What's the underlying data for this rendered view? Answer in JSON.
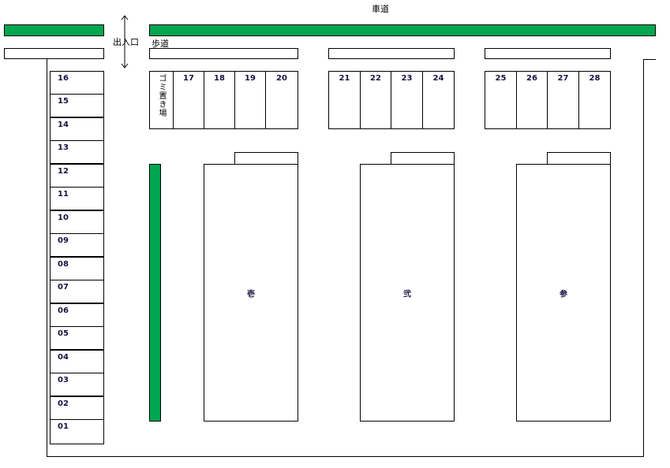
{
  "road_label": "車道",
  "entrance_label": "出入口",
  "sidewalk_label": "歩道",
  "garbage_label": "ゴミ置き場",
  "left_spaces": [
    "16",
    "15",
    "14",
    "13",
    "12",
    "11",
    "10",
    "09",
    "08",
    "07",
    "06",
    "05",
    "04",
    "03",
    "02",
    "01"
  ],
  "group1": [
    "17",
    "18",
    "19",
    "20"
  ],
  "group2": [
    "21",
    "22",
    "23",
    "24"
  ],
  "group3": [
    "25",
    "26",
    "27",
    "28"
  ],
  "buildings": [
    "壱",
    "弐",
    "参"
  ],
  "colors": {
    "green": "#00a650"
  }
}
